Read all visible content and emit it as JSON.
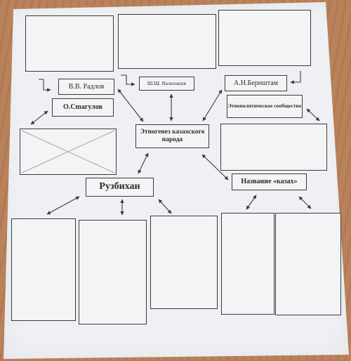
{
  "nodes": {
    "radlov": "В.В. Радлов",
    "valikhanov": "Ш.Ш. Валиханов",
    "bernshtam": "А.Н.Бернштам",
    "smagulov": "О.Сmагулов",
    "ethnopolitical": "Этнополитическое сообщество",
    "center": "Этногенез казахского народа",
    "ruzbikhan": "Рузбихан",
    "kazakh_name": "Название «казах»"
  }
}
